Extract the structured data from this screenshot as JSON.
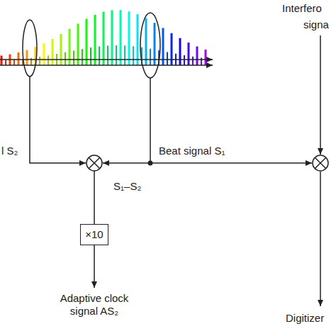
{
  "diagram": {
    "nodes": [
      {
        "text": [
          "×10"
        ]
      }
    ],
    "labels": [
      "l S₂",
      "Beat signal S₁",
      "Interfero",
      "signa",
      "S₁–S₂",
      "Adaptive clock signal AS₂",
      "Digitizer"
    ]
  }
}
